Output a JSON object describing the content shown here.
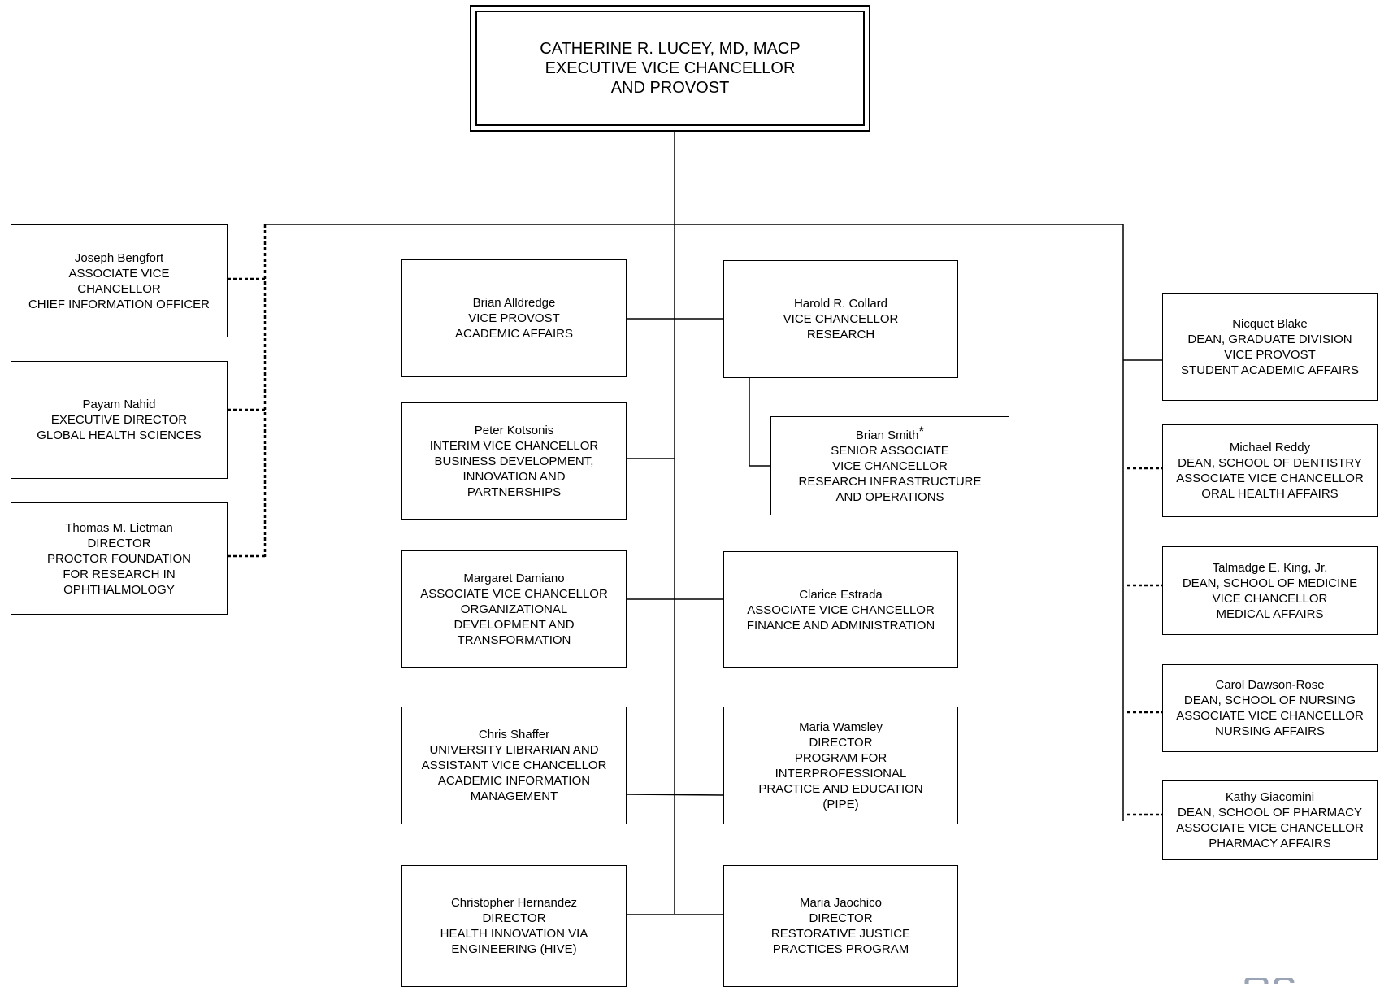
{
  "top": {
    "lines": [
      "CATHERINE R. LUCEY, MD, MACP",
      "EXECUTIVE VICE CHANCELLOR",
      "AND PROVOST"
    ]
  },
  "left_column": [
    {
      "name": "Joseph Bengfort",
      "lines": [
        "ASSOCIATE VICE",
        "CHANCELLOR",
        "CHIEF INFORMATION OFFICER"
      ]
    },
    {
      "name": "Payam Nahid",
      "lines": [
        "EXECUTIVE DIRECTOR",
        "GLOBAL HEALTH SCIENCES"
      ]
    },
    {
      "name": "Thomas M. Lietman",
      "lines": [
        "DIRECTOR",
        "PROCTOR FOUNDATION",
        "FOR RESEARCH IN",
        "OPHTHALMOLOGY"
      ]
    }
  ],
  "center_left": [
    {
      "name": "Brian Alldredge",
      "lines": [
        "VICE PROVOST",
        "ACADEMIC AFFAIRS"
      ]
    },
    {
      "name": "Peter Kotsonis",
      "lines": [
        "INTERIM VICE CHANCELLOR",
        "BUSINESS DEVELOPMENT,",
        "INNOVATION AND",
        "PARTNERSHIPS"
      ]
    },
    {
      "name": "Margaret Damiano",
      "lines": [
        "ASSOCIATE VICE CHANCELLOR",
        "ORGANIZATIONAL",
        "DEVELOPMENT AND",
        "TRANSFORMATION"
      ]
    },
    {
      "name": "Chris Shaffer",
      "lines": [
        "UNIVERSITY LIBRARIAN AND",
        "ASSISTANT VICE CHANCELLOR",
        "ACADEMIC INFORMATION",
        "MANAGEMENT"
      ]
    },
    {
      "name": "Christopher Hernandez",
      "lines": [
        "DIRECTOR",
        "HEALTH INNOVATION VIA",
        "ENGINEERING (HIVE)"
      ]
    }
  ],
  "center_right": [
    {
      "name": "Harold R. Collard",
      "lines": [
        "VICE CHANCELLOR",
        "RESEARCH"
      ]
    },
    {
      "name": "Brian Smith",
      "asterisk": "*",
      "lines": [
        "SENIOR ASSOCIATE",
        "VICE CHANCELLOR",
        "RESEARCH INFRASTRUCTURE",
        "AND OPERATIONS"
      ]
    },
    {
      "name": "Clarice Estrada",
      "lines": [
        "ASSOCIATE VICE CHANCELLOR",
        "FINANCE AND ADMINISTRATION"
      ]
    },
    {
      "name": "Maria Wamsley",
      "lines": [
        "DIRECTOR",
        "PROGRAM FOR",
        "INTERPROFESSIONAL",
        "PRACTICE AND EDUCATION",
        "(PIPE)"
      ]
    },
    {
      "name": "Maria Jaochico",
      "lines": [
        "DIRECTOR",
        "RESTORATIVE JUSTICE",
        "PRACTICES PROGRAM"
      ]
    }
  ],
  "right_column": [
    {
      "name": "Nicquet Blake",
      "lines": [
        "DEAN, GRADUATE DIVISION",
        "VICE PROVOST",
        "STUDENT ACADEMIC AFFAIRS"
      ]
    },
    {
      "name": "Michael Reddy",
      "lines": [
        "DEAN, SCHOOL OF DENTISTRY",
        "ASSOCIATE VICE CHANCELLOR",
        "ORAL HEALTH AFFAIRS"
      ]
    },
    {
      "name": "Talmadge E. King, Jr.",
      "lines": [
        "DEAN, SCHOOL OF MEDICINE",
        "VICE CHANCELLOR",
        "MEDICAL AFFAIRS"
      ]
    },
    {
      "name": "Carol Dawson-Rose",
      "lines": [
        "DEAN, SCHOOL OF NURSING",
        "ASSOCIATE VICE CHANCELLOR",
        "NURSING AFFAIRS"
      ]
    },
    {
      "name": "Kathy Giacomini",
      "lines": [
        "DEAN, SCHOOL OF PHARMACY",
        "ASSOCIATE VICE CHANCELLOR",
        "PHARMACY AFFAIRS"
      ]
    }
  ],
  "colors": {
    "line": "#000000",
    "box_border": "#000000",
    "background": "#ffffff"
  }
}
